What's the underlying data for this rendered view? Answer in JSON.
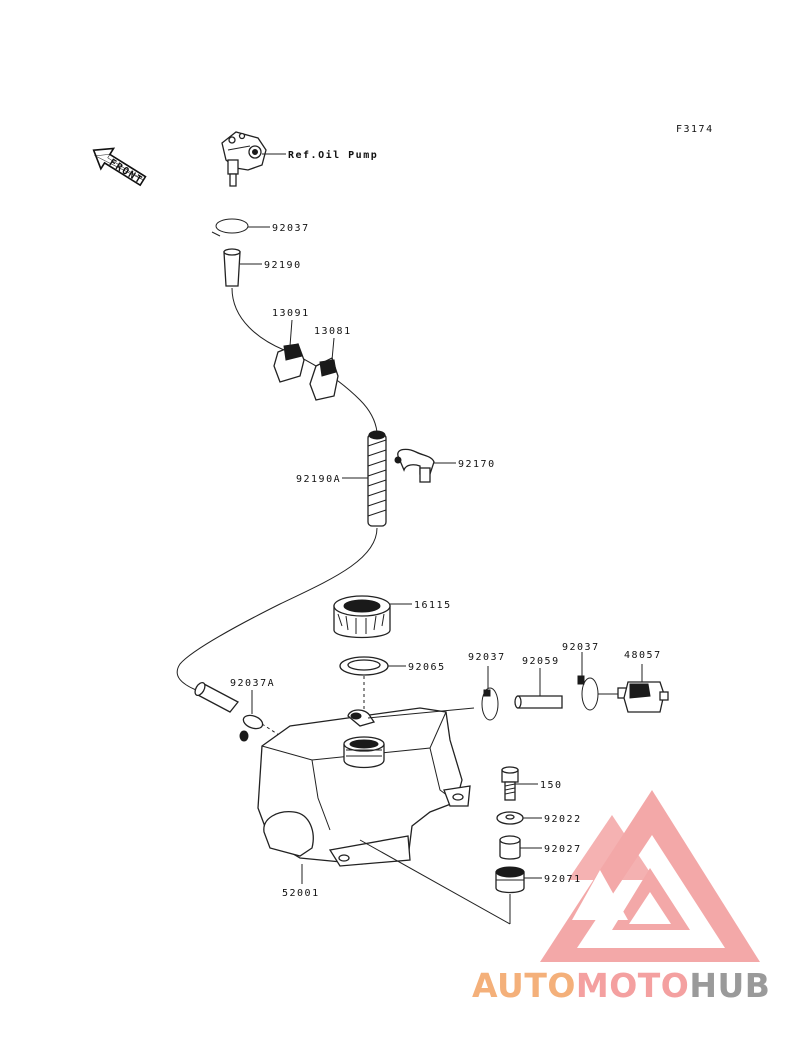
{
  "figure_code": "F3174",
  "front_label": "FRONT",
  "labels": {
    "oil_pump": "Ref.Oil Pump",
    "clamp_top": "92037",
    "hose_short": "92190",
    "damper_left": "13091",
    "damper_right": "13081",
    "hose_long": "92190A",
    "clamp_bracket": "92170",
    "cap": "16115",
    "gasket": "92065",
    "clamp_a": "92037A",
    "clamp_left": "92037",
    "hose_right": "92059",
    "clamp_right": "92037",
    "filter": "48057",
    "bolt": "150",
    "washer": "92022",
    "collar": "92027",
    "grommet": "92071",
    "tank": "52001"
  },
  "watermark": {
    "part1": "AUTO",
    "part2": "MOTO",
    "part3": "HUB",
    "color1": "#f4b07a",
    "color2": "#f4a0a0",
    "color3": "#9a9a9a",
    "logo_color": "#f29a9a"
  }
}
